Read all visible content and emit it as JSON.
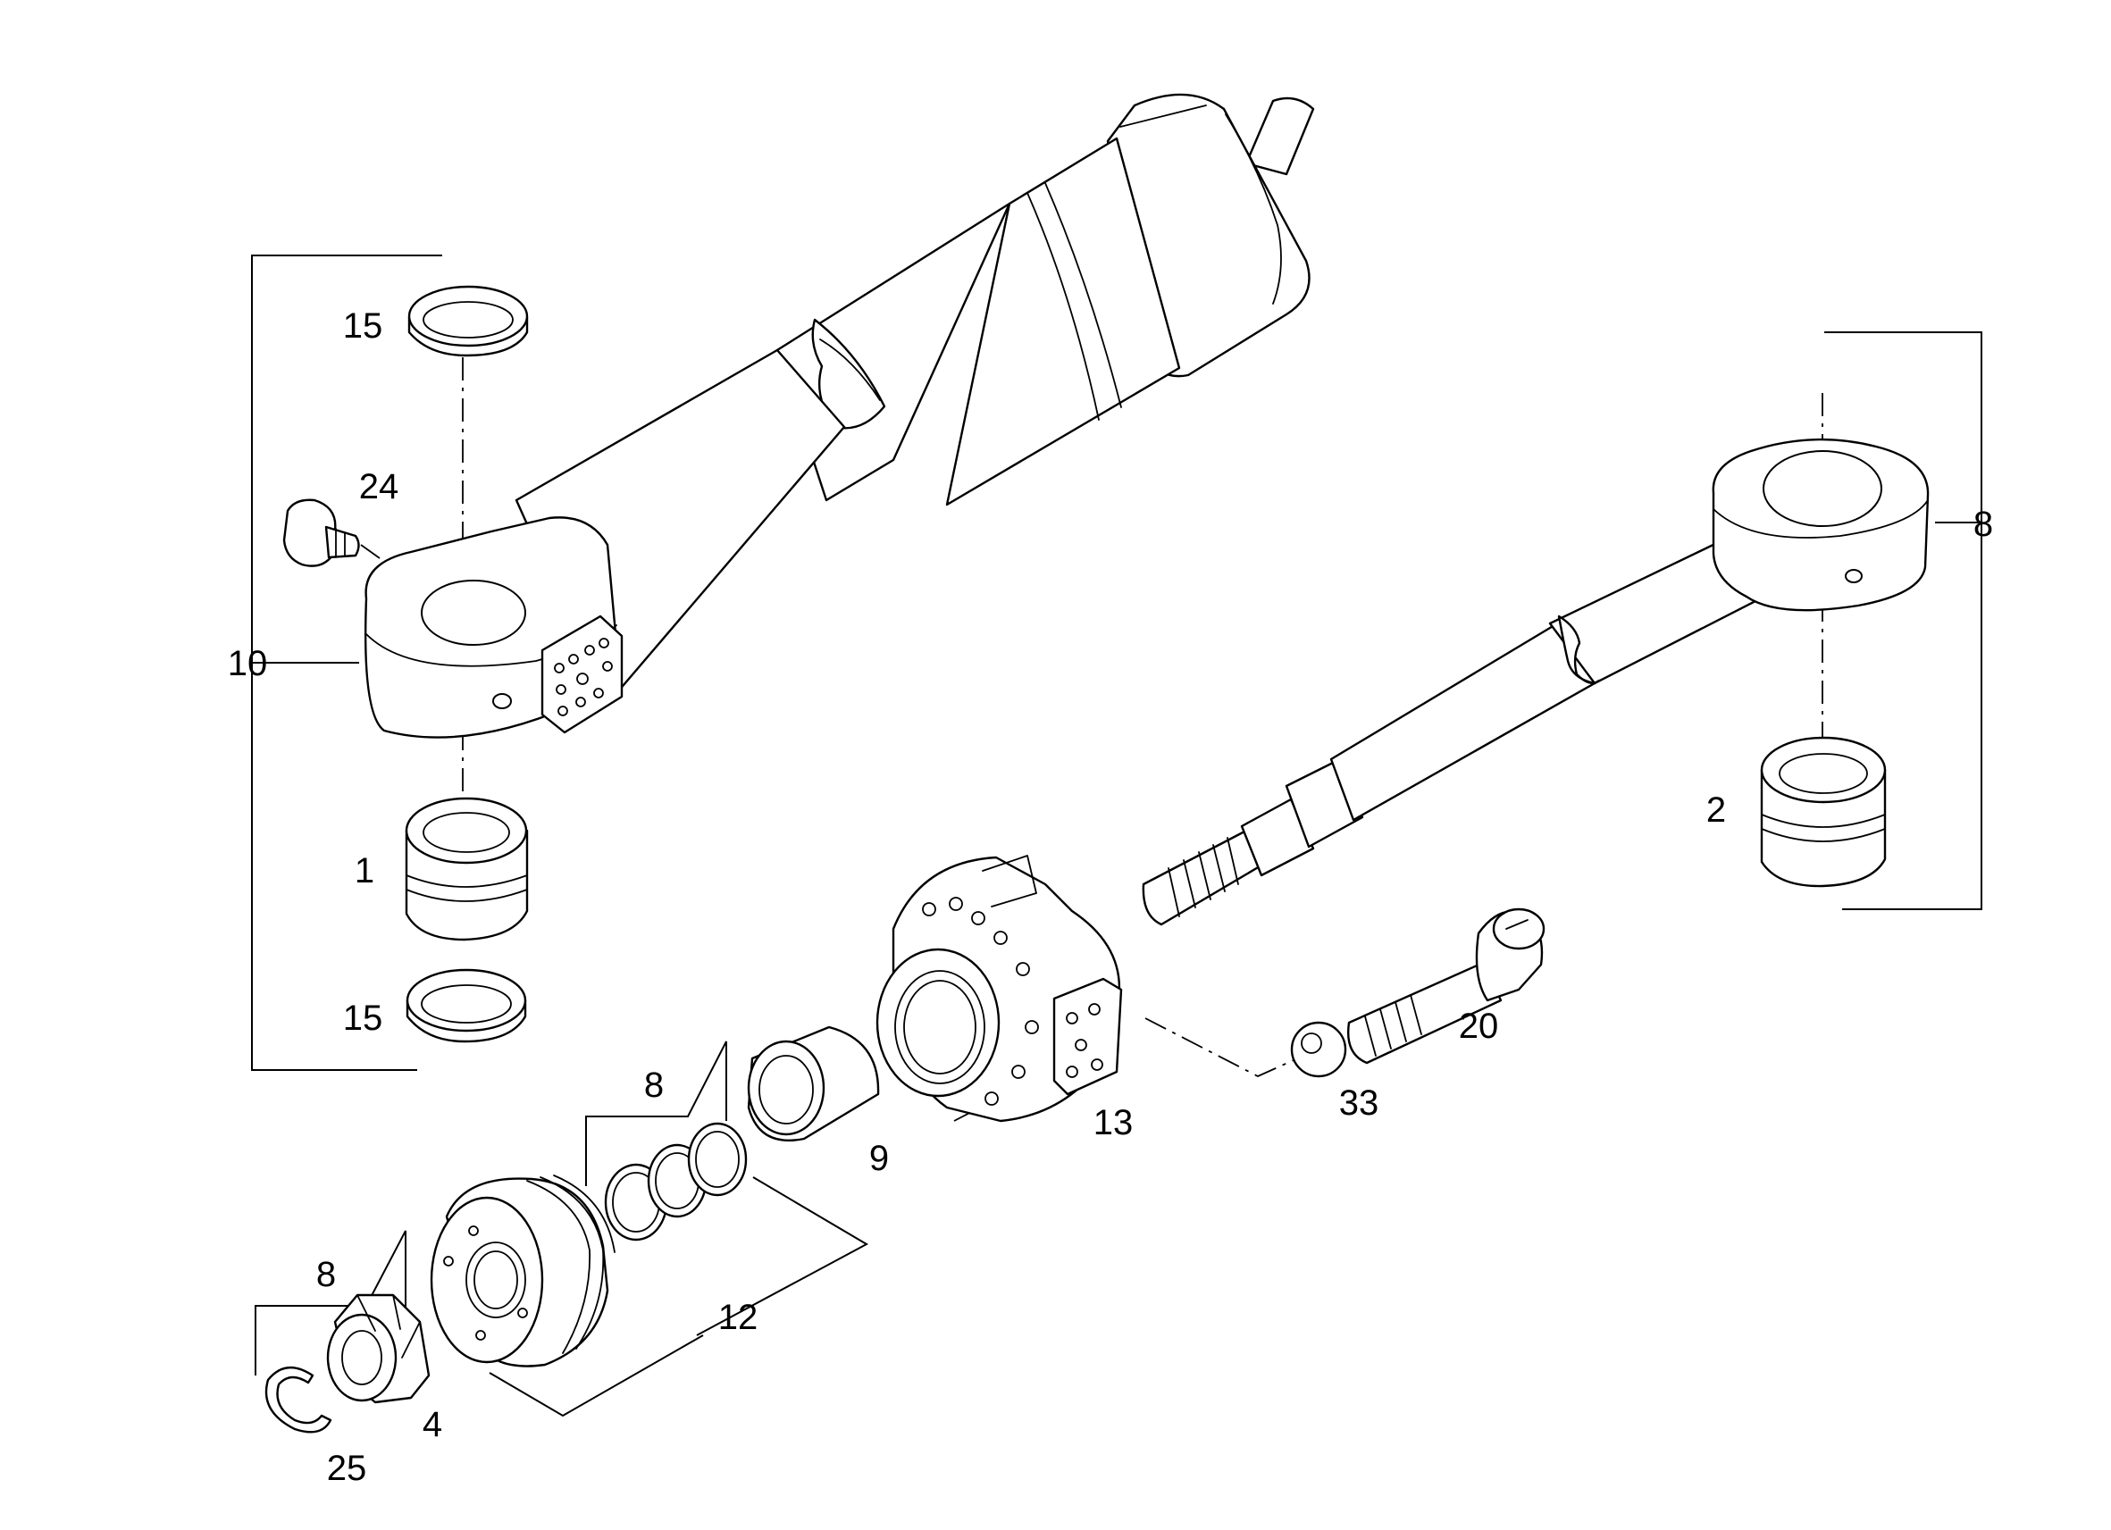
{
  "labels": {
    "l1": "1",
    "l2": "2",
    "l4": "4",
    "l8_rod": "8",
    "l8_rings": "8",
    "l8_nut": "8",
    "l9": "9",
    "l10": "10",
    "l12": "12",
    "l13": "13",
    "l15_top": "15",
    "l15_bottom": "15",
    "l20": "20",
    "l24": "24",
    "l25": "25",
    "l33": "33"
  }
}
